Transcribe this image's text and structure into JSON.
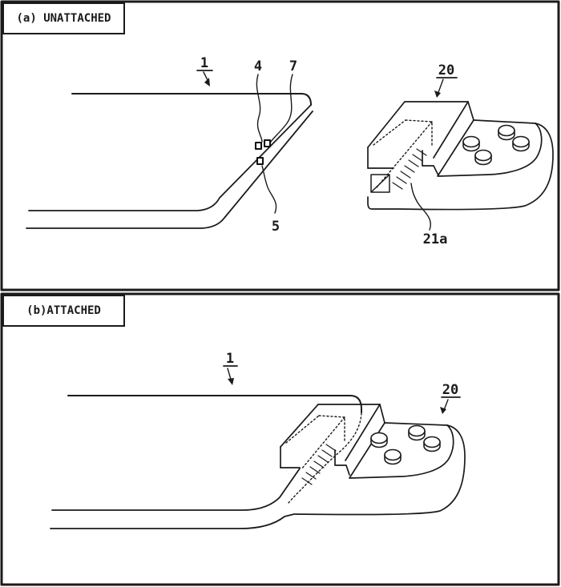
{
  "panels": {
    "a": {
      "title": "(a) UNATTACHED",
      "labels": {
        "device": "1",
        "terminal_4": "4",
        "terminal_7": "7",
        "terminal_5": "5",
        "attachment": "20",
        "pad": "21a"
      }
    },
    "b": {
      "title": "(b)ATTACHED",
      "labels": {
        "device": "1",
        "attachment": "20"
      }
    }
  },
  "colors": {
    "line": "#1b1b1b",
    "background": "#ffffff"
  }
}
